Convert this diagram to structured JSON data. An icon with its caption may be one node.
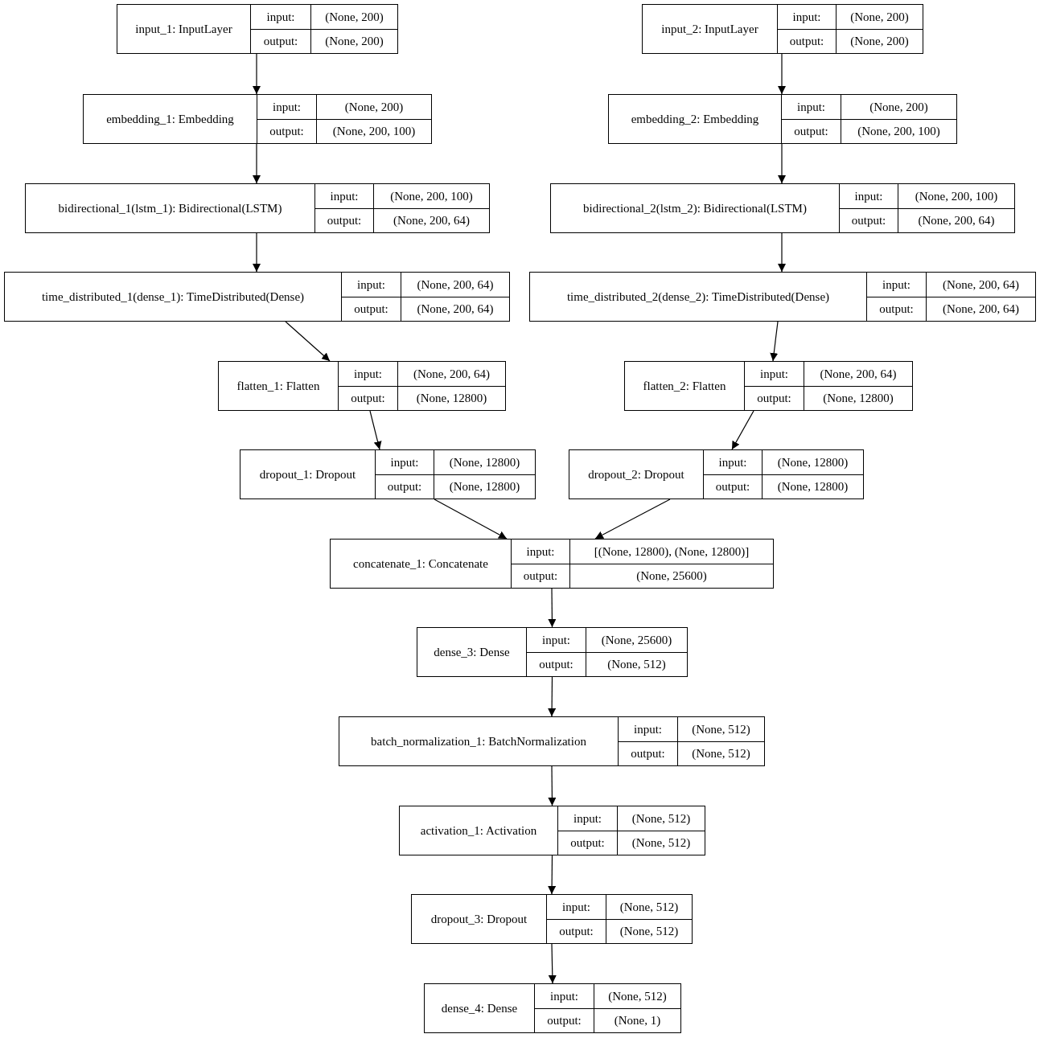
{
  "diagram": {
    "nodes": [
      {
        "text": [
          "input_1: InputLayer",
          "input:",
          "(None, 200)",
          "output:",
          "(None, 200)"
        ]
      },
      {
        "text": [
          "input_2: InputLayer",
          "input:",
          "(None, 200)",
          "output:",
          "(None, 200)"
        ]
      },
      {
        "text": [
          "embedding_1: Embedding",
          "input:",
          "(None, 200)",
          "output:",
          "(None, 200, 100)"
        ]
      },
      {
        "text": [
          "embedding_2: Embedding",
          "input:",
          "(None, 200)",
          "output:",
          "(None, 200, 100)"
        ]
      },
      {
        "text": [
          "bidirectional_1(lstm_1): Bidirectional(LSTM)",
          "input:",
          "(None, 200, 100)",
          "output:",
          "(None, 200, 64)"
        ]
      },
      {
        "text": [
          "bidirectional_2(lstm_2): Bidirectional(LSTM)",
          "input:",
          "(None, 200, 100)",
          "output:",
          "(None, 200, 64)"
        ]
      },
      {
        "text": [
          "time_distributed_1(dense_1): TimeDistributed(Dense)",
          "input:",
          "(None, 200, 64)",
          "output:",
          "(None, 200, 64)"
        ]
      },
      {
        "text": [
          "time_distributed_2(dense_2): TimeDistributed(Dense)",
          "input:",
          "(None, 200, 64)",
          "output:",
          "(None, 200, 64)"
        ]
      },
      {
        "text": [
          "flatten_1: Flatten",
          "input:",
          "(None, 200, 64)",
          "output:",
          "(None, 12800)"
        ]
      },
      {
        "text": [
          "flatten_2: Flatten",
          "input:",
          "(None, 200, 64)",
          "output:",
          "(None, 12800)"
        ]
      },
      {
        "text": [
          "dropout_1: Dropout",
          "input:",
          "(None, 12800)",
          "output:",
          "(None, 12800)"
        ]
      },
      {
        "text": [
          "dropout_2: Dropout",
          "input:",
          "(None, 12800)",
          "output:",
          "(None, 12800)"
        ]
      },
      {
        "text": [
          "concatenate_1: Concatenate",
          "input:",
          "[(None, 12800), (None, 12800)]",
          "output:",
          "(None, 25600)"
        ]
      },
      {
        "text": [
          "dense_3: Dense",
          "input:",
          "(None, 25600)",
          "output:",
          "(None, 512)"
        ]
      },
      {
        "text": [
          "batch_normalization_1: BatchNormalization",
          "input:",
          "(None, 512)",
          "output:",
          "(None, 512)"
        ]
      },
      {
        "text": [
          "activation_1: Activation",
          "input:",
          "(None, 512)",
          "output:",
          "(None, 512)"
        ]
      },
      {
        "text": [
          "dropout_3: Dropout",
          "input:",
          "(None, 512)",
          "output:",
          "(None, 512)"
        ]
      },
      {
        "text": [
          "dense_4: Dense",
          "input:",
          "(None, 512)",
          "output:",
          "(None, 1)"
        ]
      }
    ],
    "edges": [
      {
        "from": 0,
        "to": 2,
        "arrow": "to"
      },
      {
        "from": 2,
        "to": 4,
        "arrow": "to"
      },
      {
        "from": 4,
        "to": 6,
        "arrow": "to"
      },
      {
        "from": 6,
        "to": 8,
        "arrow": "to"
      },
      {
        "from": 8,
        "to": 10,
        "arrow": "to"
      },
      {
        "from": 1,
        "to": 3,
        "arrow": "to"
      },
      {
        "from": 3,
        "to": 5,
        "arrow": "to"
      },
      {
        "from": 5,
        "to": 7,
        "arrow": "to"
      },
      {
        "from": 7,
        "to": 9,
        "arrow": "to"
      },
      {
        "from": 9,
        "to": 11,
        "arrow": "to"
      },
      {
        "from": 10,
        "to": 12,
        "arrow": "to"
      },
      {
        "from": 11,
        "to": 12,
        "arrow": "to"
      },
      {
        "from": 12,
        "to": 13,
        "arrow": "to"
      },
      {
        "from": 13,
        "to": 14,
        "arrow": "to"
      },
      {
        "from": 14,
        "to": 15,
        "arrow": "to"
      },
      {
        "from": 15,
        "to": 16,
        "arrow": "to"
      },
      {
        "from": 16,
        "to": 17,
        "arrow": "to"
      }
    ]
  }
}
